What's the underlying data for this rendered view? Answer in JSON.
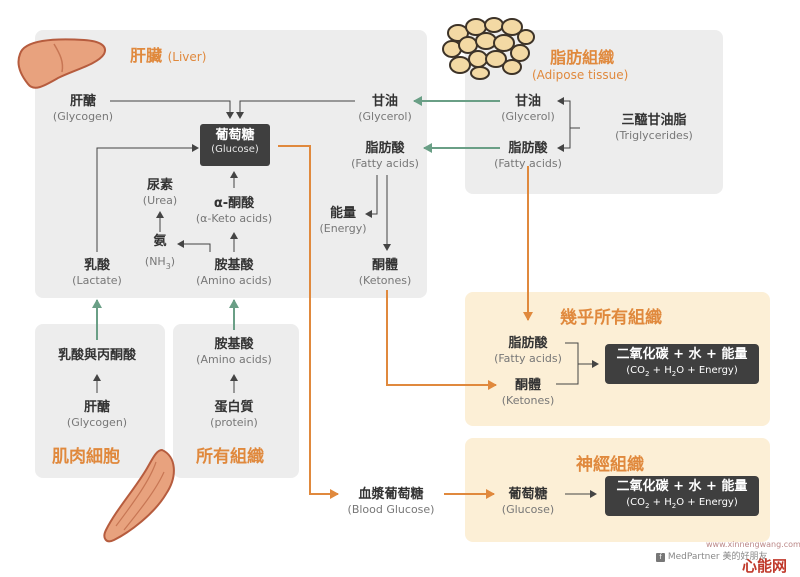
{
  "liver": {
    "title_zh": "肝臟",
    "title_en": "(Liver)"
  },
  "adipose": {
    "title_zh": "脂肪組織",
    "title_en": "(Adipose tissue)"
  },
  "muscle": {
    "title": "肌肉細胞"
  },
  "all_tissue": {
    "title": "所有組織"
  },
  "almost_all": {
    "title": "幾乎所有組織"
  },
  "nerve": {
    "title": "神經組織"
  },
  "nodes": {
    "glycogen_liver": {
      "zh": "肝醣",
      "en": "(Glycogen)"
    },
    "glucose": {
      "zh": "葡萄糖",
      "en": "(Glucose)"
    },
    "glycerol_liver": {
      "zh": "甘油",
      "en": "(Glycerol)"
    },
    "glycerol_adipose": {
      "zh": "甘油",
      "en": "(Glycerol)"
    },
    "triglycerides": {
      "zh": "三醯甘油脂",
      "en": "(Triglycerides)"
    },
    "fatty_liver": {
      "zh": "脂肪酸",
      "en": "(Fatty acids)"
    },
    "fatty_adipose": {
      "zh": "脂肪酸",
      "en": "(Fatty acids)"
    },
    "urea": {
      "zh": "尿素",
      "en": "(Urea)"
    },
    "keto_acids": {
      "zh": "α-酮酸",
      "en": "(α-Keto acids)"
    },
    "ammonia": {
      "zh": "氨",
      "en": "(NH",
      "sub": "3",
      "close": ")"
    },
    "energy": {
      "zh": "能量",
      "en": "(Energy)"
    },
    "lactate": {
      "zh": "乳酸",
      "en": "(Lactate)"
    },
    "amino_liver": {
      "zh": "胺基酸",
      "en": "(Amino acids)"
    },
    "ketones_liver": {
      "zh": "酮體",
      "en": "(Ketones)"
    },
    "lactate_pyruvate": {
      "zh": "乳酸與丙酮酸"
    },
    "glycogen_muscle": {
      "zh": "肝醣",
      "en": "(Glycogen)"
    },
    "amino_tissue": {
      "zh": "胺基酸",
      "en": "(Amino acids)"
    },
    "protein": {
      "zh": "蛋白質",
      "en": "(protein)"
    },
    "fatty_almost": {
      "zh": "脂肪酸",
      "en": "(Fatty acids)"
    },
    "ketones_almost": {
      "zh": "酮體",
      "en": "(Ketones)"
    },
    "blood_glucose": {
      "zh": "血漿葡萄糖",
      "en": "(Blood Glucose)"
    },
    "glucose_nerve": {
      "zh": "葡萄糖",
      "en": "(Glucose)"
    }
  },
  "products": {
    "zh": "二氧化碳 + 水 + 能量",
    "en_a": "(CO",
    "en_sub1": "2",
    "en_b": " + H",
    "en_sub2": "2",
    "en_c": "O + Energy)"
  },
  "footer": {
    "credit": "MedPartner 美的好朋友",
    "logo": "心能网",
    "site": "www.xinnengwang.com"
  },
  "colors": {
    "gray_panel": "#ededed",
    "tan_panel": "#fcefd6",
    "orange": "#e0893d",
    "green": "#6a9f86",
    "dark": "#3f3f3f"
  }
}
